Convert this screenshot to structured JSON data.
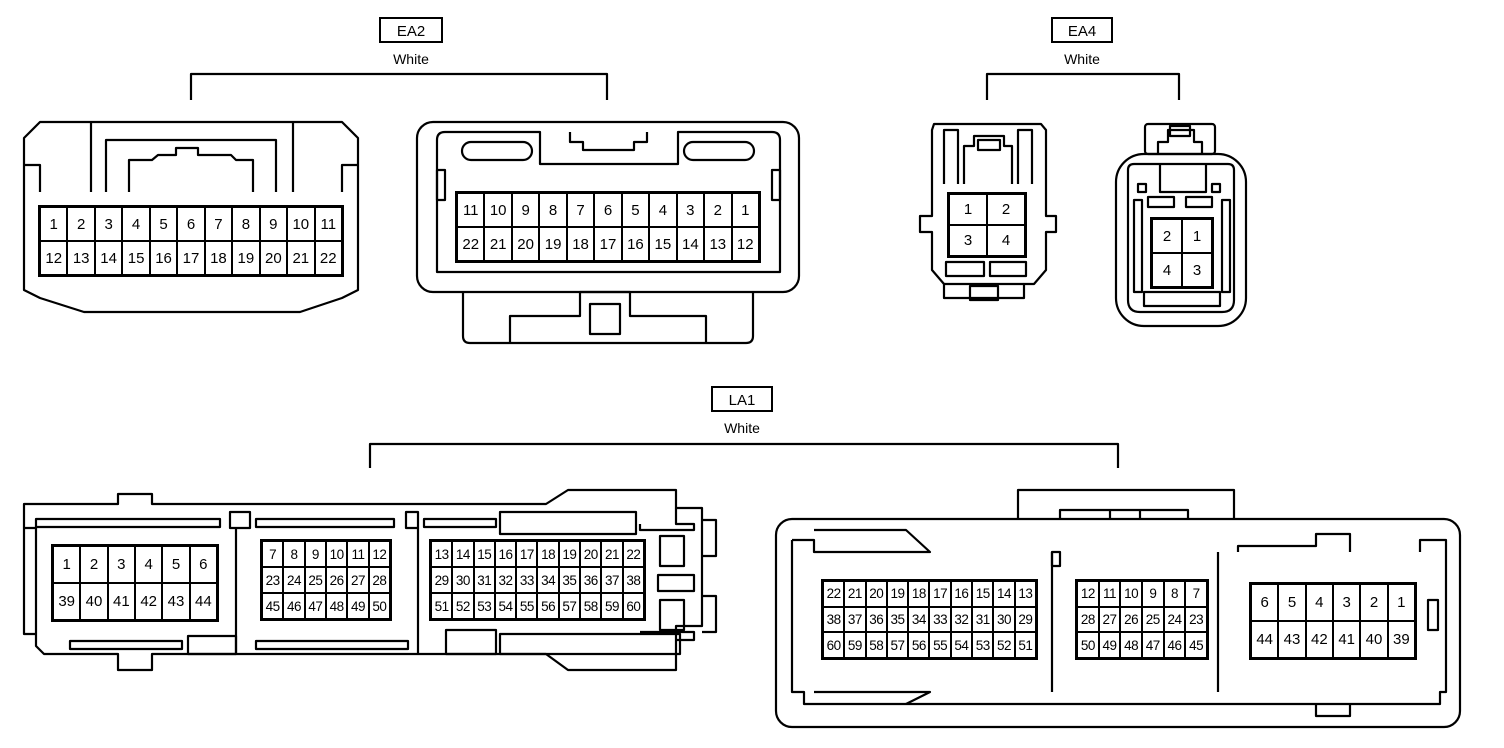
{
  "connectors": {
    "ea2": {
      "label": "EA2",
      "color": "White",
      "left_view": {
        "rows": [
          [
            "1",
            "2",
            "3",
            "4",
            "5",
            "6",
            "7",
            "8",
            "9",
            "10",
            "11"
          ],
          [
            "12",
            "13",
            "14",
            "15",
            "16",
            "17",
            "18",
            "19",
            "20",
            "21",
            "22"
          ]
        ]
      },
      "right_view": {
        "rows": [
          [
            "11",
            "10",
            "9",
            "8",
            "7",
            "6",
            "5",
            "4",
            "3",
            "2",
            "1"
          ],
          [
            "22",
            "21",
            "20",
            "19",
            "18",
            "17",
            "16",
            "15",
            "14",
            "13",
            "12"
          ]
        ]
      }
    },
    "ea4": {
      "label": "EA4",
      "color": "White",
      "left_view": {
        "rows": [
          [
            "1",
            "2"
          ],
          [
            "3",
            "4"
          ]
        ]
      },
      "right_view": {
        "rows": [
          [
            "2",
            "1"
          ],
          [
            "4",
            "3"
          ]
        ]
      }
    },
    "la1": {
      "label": "LA1",
      "color": "White",
      "left_view": {
        "block_a": {
          "rows": [
            [
              "1",
              "2",
              "3",
              "4",
              "5",
              "6"
            ],
            [
              "39",
              "40",
              "41",
              "42",
              "43",
              "44"
            ]
          ]
        },
        "block_b": {
          "rows": [
            [
              "7",
              "8",
              "9",
              "10",
              "11",
              "12"
            ],
            [
              "23",
              "24",
              "25",
              "26",
              "27",
              "28"
            ],
            [
              "45",
              "46",
              "47",
              "48",
              "49",
              "50"
            ]
          ]
        },
        "block_c": {
          "rows": [
            [
              "13",
              "14",
              "15",
              "16",
              "17",
              "18",
              "19",
              "20",
              "21",
              "22"
            ],
            [
              "29",
              "30",
              "31",
              "32",
              "33",
              "34",
              "35",
              "36",
              "37",
              "38"
            ],
            [
              "51",
              "52",
              "53",
              "54",
              "55",
              "56",
              "57",
              "58",
              "59",
              "60"
            ]
          ]
        }
      },
      "right_view": {
        "block_c": {
          "rows": [
            [
              "22",
              "21",
              "20",
              "19",
              "18",
              "17",
              "16",
              "15",
              "14",
              "13"
            ],
            [
              "38",
              "37",
              "36",
              "35",
              "34",
              "33",
              "32",
              "31",
              "30",
              "29"
            ],
            [
              "60",
              "59",
              "58",
              "57",
              "56",
              "55",
              "54",
              "53",
              "52",
              "51"
            ]
          ]
        },
        "block_b": {
          "rows": [
            [
              "12",
              "11",
              "10",
              "9",
              "8",
              "7"
            ],
            [
              "28",
              "27",
              "26",
              "25",
              "24",
              "23"
            ],
            [
              "50",
              "49",
              "48",
              "47",
              "46",
              "45"
            ]
          ]
        },
        "block_a": {
          "rows": [
            [
              "6",
              "5",
              "4",
              "3",
              "2",
              "1"
            ],
            [
              "44",
              "43",
              "42",
              "41",
              "40",
              "39"
            ]
          ]
        }
      }
    }
  }
}
